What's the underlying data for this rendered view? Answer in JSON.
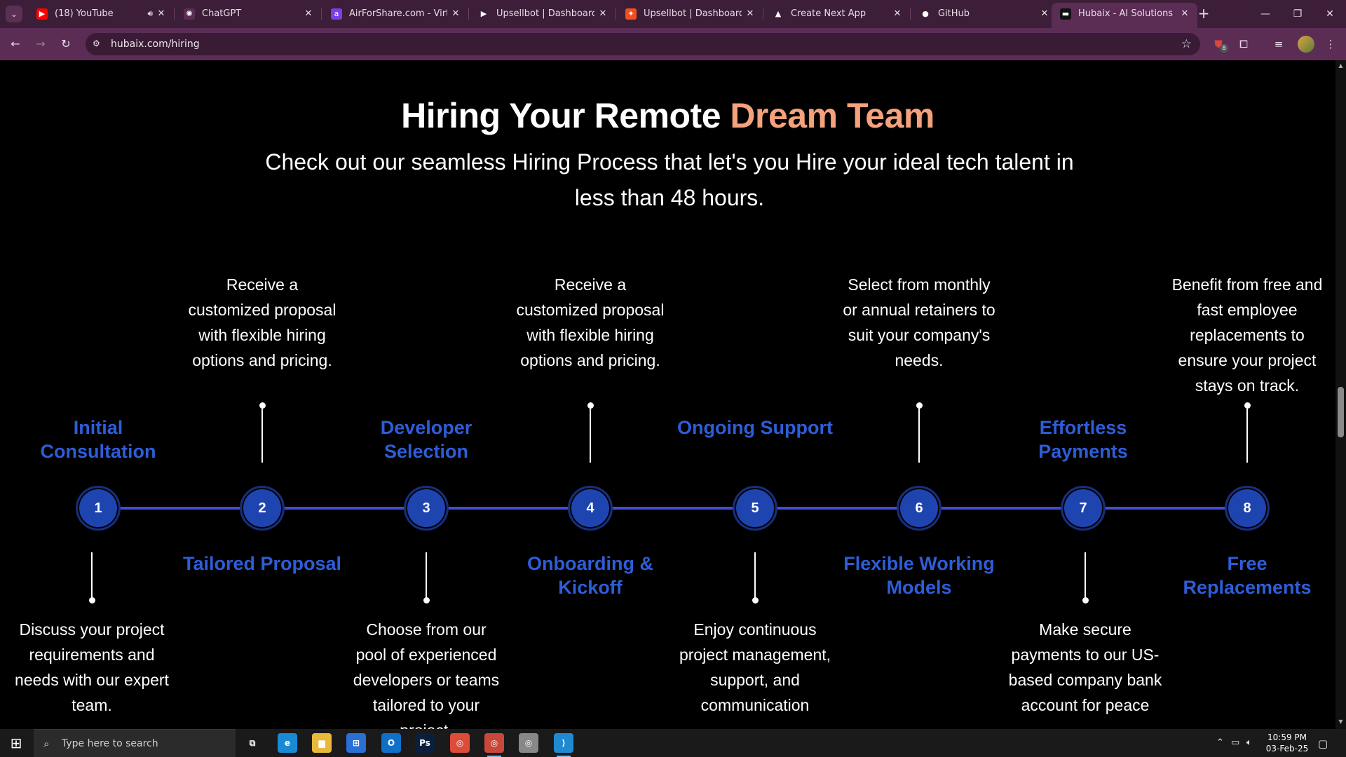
{
  "browser": {
    "tabs": [
      {
        "title": "(18) YouTube",
        "favicon_color": "#ff0000",
        "favicon_glyph": "▶",
        "audio": true
      },
      {
        "title": "ChatGPT",
        "favicon_color": "#5b2d55",
        "favicon_glyph": "✺"
      },
      {
        "title": "AirForShare.com - Virtual",
        "favicon_color": "#7b3fe4",
        "favicon_glyph": "a"
      },
      {
        "title": "Upsellbot | Dashboard",
        "favicon_color": "#3c1e38",
        "favicon_glyph": "▶"
      },
      {
        "title": "Upsellbot | Dashboard – F",
        "favicon_color": "#f24e1e",
        "favicon_glyph": "✦"
      },
      {
        "title": "Create Next App",
        "favicon_color": "#3c1e38",
        "favicon_glyph": "▲"
      },
      {
        "title": "GitHub",
        "favicon_color": "#3c1e38",
        "favicon_glyph": "●"
      },
      {
        "title": "Hubaix - AI Solutions",
        "favicon_color": "#111111",
        "favicon_glyph": "▬",
        "active": true
      }
    ],
    "url": "hubaix.com/hiring",
    "extension_badge": "8"
  },
  "page": {
    "title_main": "Hiring Your Remote ",
    "title_accent": "Dream Team",
    "subtitle": "Check out our seamless Hiring Process that let's you Hire your ideal tech talent in less than 48 hours.",
    "accent_color": "#f4a27c",
    "step_color": "#2e5dd8",
    "line_color": "#3d4fd8",
    "steps": [
      {
        "number": "1",
        "title": "Initial Consultation",
        "description": "Discuss your project requirements and needs with our expert team."
      },
      {
        "number": "2",
        "title": "Tailored Proposal",
        "description": "Receive a customized proposal with flexible hiring options and pricing."
      },
      {
        "number": "3",
        "title": "Developer Selection",
        "description": "Choose from our pool of experienced developers or teams tailored to your project."
      },
      {
        "number": "4",
        "title": "Onboarding & Kickoff",
        "description": "Receive a customized proposal with flexible hiring options and pricing."
      },
      {
        "number": "5",
        "title": "Ongoing Support",
        "description": "Enjoy continuous project management, support, and communication"
      },
      {
        "number": "6",
        "title": "Flexible Working Models",
        "description": "Select from monthly or annual retainers to suit your company's needs."
      },
      {
        "number": "7",
        "title": "Effortless Payments",
        "description": "Make secure payments to our US-based company bank account for peace"
      },
      {
        "number": "8",
        "title": "Free Replacements",
        "description": "Benefit from free and fast employee replacements to ensure your project stays on track."
      }
    ]
  },
  "taskbar": {
    "search_placeholder": "Type here to search",
    "apps": [
      {
        "name": "task-view",
        "glyph": "⧉",
        "color": "transparent"
      },
      {
        "name": "edge",
        "glyph": "e",
        "color": "#1a8ad4"
      },
      {
        "name": "file-explorer",
        "glyph": "▆",
        "color": "#e8b93a"
      },
      {
        "name": "microsoft-store",
        "glyph": "⊞",
        "color": "#2a6fd6"
      },
      {
        "name": "outlook",
        "glyph": "O",
        "color": "#1070c8"
      },
      {
        "name": "photoshop",
        "glyph": "Ps",
        "color": "#0a1f3c"
      },
      {
        "name": "chrome",
        "glyph": "◎",
        "color": "#dd4b39"
      },
      {
        "name": "chrome-profile",
        "glyph": "◎",
        "color": "#c9483a",
        "running": true
      },
      {
        "name": "chrome-alt",
        "glyph": "◎",
        "color": "#888888"
      },
      {
        "name": "vscode",
        "glyph": "⟩",
        "color": "#1f8ad2",
        "running": true
      }
    ],
    "time": "10:59 PM",
    "date": "03-Feb-25"
  }
}
